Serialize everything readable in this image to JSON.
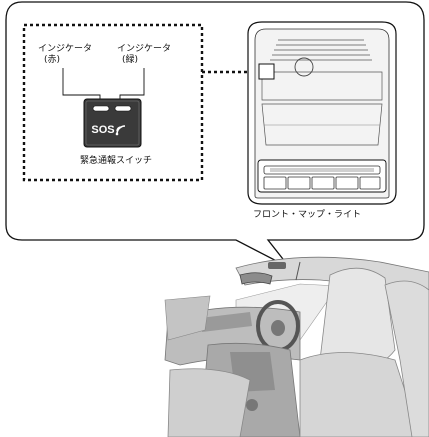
{
  "callout": {
    "indicator_left": "インジケータ",
    "indicator_left_sub": "(赤)",
    "indicator_right": "インジケータ",
    "indicator_right_sub": "(緑)",
    "sos_label": "SOS",
    "switch_caption": "緊急通報スイッチ",
    "map_light_caption": "フロント・マップ・ライト"
  },
  "colors": {
    "line": "#111111",
    "button_body": "#3a3a3a",
    "panel_fill": "#f3f3f3",
    "interior_shade": "#b9b9b9"
  }
}
